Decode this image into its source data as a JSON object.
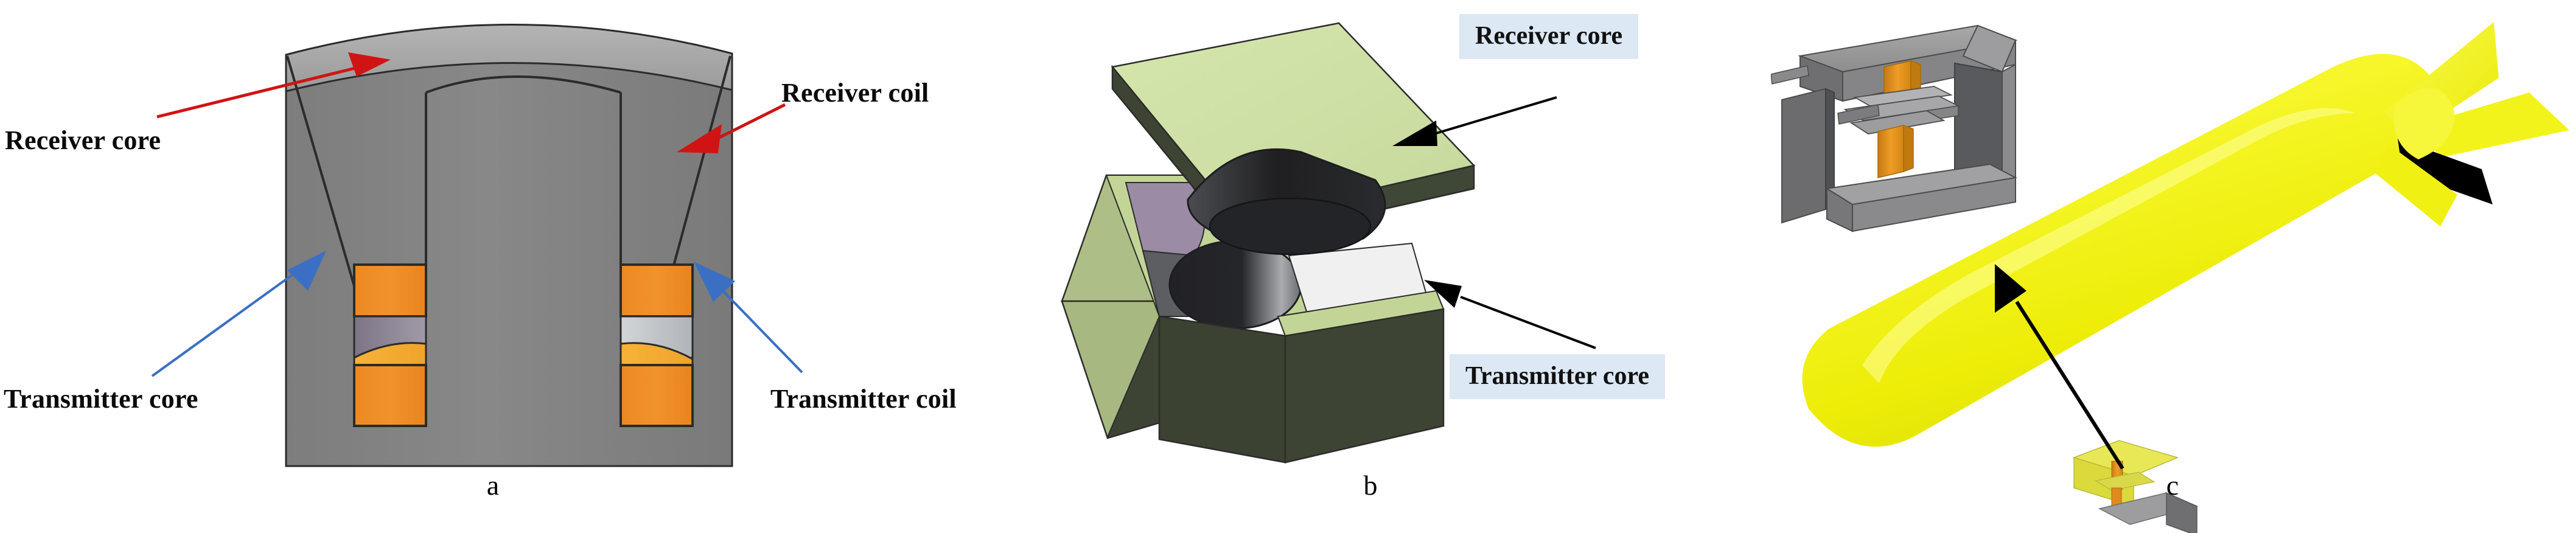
{
  "figure": {
    "type": "technical-diagram",
    "description": "Three-panel engineering figure of an underwater wireless power transfer coupler: cross-section, exploded box view, and AUV installation.",
    "background_color": "#ffffff"
  },
  "panels": [
    {
      "id": "a",
      "caption": "a",
      "subject": "cross-section-of-cylindrical-coupler",
      "callouts": [
        {
          "id": "receiver-core-a",
          "text": "Receiver core",
          "arrow_color": "#d01414",
          "style": "plain"
        },
        {
          "id": "receiver-coil-a",
          "text": "Receiver coil",
          "arrow_color": "#d01414",
          "style": "plain"
        },
        {
          "id": "transmitter-core-a",
          "text": "Transmitter core",
          "arrow_color": "#3a6fc4",
          "style": "plain"
        },
        {
          "id": "transmitter-coil-a",
          "text": "Transmitter coil",
          "arrow_color": "#3a6fc4",
          "style": "plain"
        }
      ],
      "colors": {
        "body_gray": "#808080",
        "top_gray": "#a8a8a8",
        "coil_orange": "#ef8b23",
        "coil_orange_light": "#f7b236",
        "gap_gray_left": "#8a8292",
        "gap_gray_right": "#c3c6c9",
        "outline": "#2b2b2b"
      }
    },
    {
      "id": "b",
      "caption": "b",
      "subject": "exploded-green-box-coupler",
      "callouts": [
        {
          "id": "receiver-core-b",
          "text": "Receiver core",
          "arrow_color": "#000000",
          "style": "boxed"
        },
        {
          "id": "transmitter-core-b",
          "text": "Transmitter core",
          "arrow_color": "#000000",
          "style": "boxed"
        }
      ],
      "colors": {
        "label_box_fill": "#dce8f4",
        "lid_top_green": "#cddfa6",
        "lid_side_dark": "#3d4434",
        "box_side_light": "#adbf86",
        "box_front_dark": "#3d4434",
        "inner_purple": "#9b8ba4",
        "core_dark": "#2e2e30",
        "core_mid": "#6e7073",
        "inner_white": "#f0f0f0"
      }
    },
    {
      "id": "c",
      "caption": "c",
      "subject": "auv-with-installed-coupler",
      "callouts": [
        {
          "id": "coupler-detail-arrow",
          "text": "",
          "arrow_color": "#000000",
          "style": "leader"
        }
      ],
      "colors": {
        "hull_yellow": "#f2f20c",
        "hull_yellow_light": "#fbfb74",
        "fin_yellow": "#f4f41a",
        "core_gray_light": "#9a9a9a",
        "core_gray_mid": "#7c7c7c",
        "core_gray_dark": "#5a5a5a",
        "post_orange": "#d98819",
        "post_orange_light": "#eda02c"
      }
    }
  ]
}
